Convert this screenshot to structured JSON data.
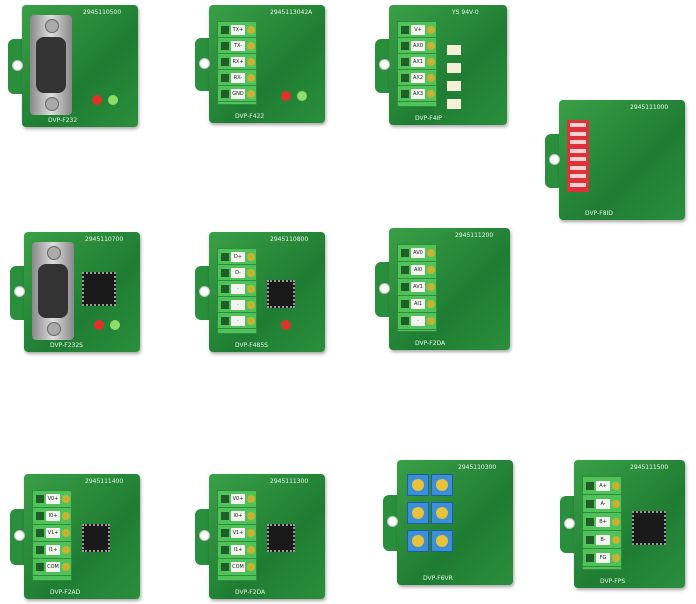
{
  "boards": [
    {
      "name": "DVP-F232",
      "kind": "db9",
      "serial": "2945110500"
    },
    {
      "name": "DVP-F422",
      "kind": "term",
      "serial": "2945113042A",
      "terminals": [
        "TX+",
        "TX-",
        "RX+",
        "RX-",
        "GND"
      ]
    },
    {
      "name": "DVP-F4IP",
      "kind": "term",
      "serial": "YS 94V-0",
      "terminals": [
        "V+",
        "AX0",
        "AX1",
        "AX2",
        "AX3"
      ]
    },
    {
      "name": "DVP-F8ID",
      "kind": "dip",
      "serial": "2945111000"
    },
    {
      "name": "DVP-F232S",
      "kind": "db9",
      "serial": "2945110700"
    },
    {
      "name": "DVP-F485S",
      "kind": "term",
      "serial": "2945110800",
      "terminals": [
        "D+",
        "D-",
        "·",
        "·",
        "·"
      ]
    },
    {
      "name": "DVP-F2DA",
      "kind": "term",
      "serial": "2945111200",
      "terminals": [
        "AV0",
        "AI0",
        "AV1",
        "AI1",
        "·"
      ]
    },
    {
      "name": "DVP-F2AD",
      "kind": "term",
      "serial": "2945111400",
      "terminals": [
        "V0+",
        "I0+",
        "V1+",
        "I1+",
        "COM"
      ]
    },
    {
      "name": "DVP-F2DA",
      "kind": "term",
      "serial": "2945111300",
      "terminals": [
        "V0+",
        "I0+",
        "V1+",
        "I1+",
        "COM"
      ]
    },
    {
      "name": "DVP-F6VR",
      "kind": "pots",
      "serial": "2945110300"
    },
    {
      "name": "DVP-FPS",
      "kind": "term",
      "serial": "2945111500",
      "terminals": [
        "A+",
        "A-",
        "B+",
        "B-",
        "FG"
      ]
    }
  ]
}
